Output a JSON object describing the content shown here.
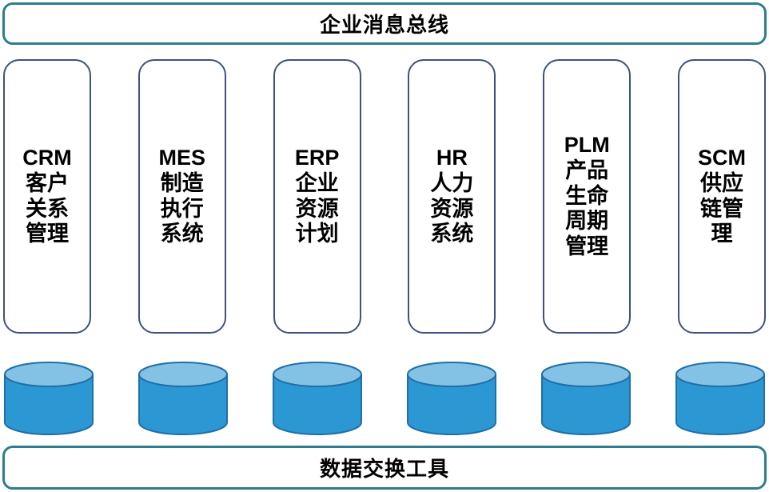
{
  "top_bus": {
    "label": "企业消息总线"
  },
  "bottom_bus": {
    "label": "数据交换工具"
  },
  "systems": [
    {
      "name": "CRM",
      "text": "CRM\n客户\n关系\n管理"
    },
    {
      "name": "MES",
      "text": "MES\n制造\n执行\n系统"
    },
    {
      "name": "ERP",
      "text": "ERP\n企业\n资源\n计划"
    },
    {
      "name": "HR",
      "text": "HR\n人力\n资源\n系统"
    },
    {
      "name": "PLM",
      "text": "PLM\n产品\n生命\n周期\n管理"
    },
    {
      "name": "SCM",
      "text": "SCM\n供应\n链管\n理"
    }
  ],
  "colors": {
    "bus_border": "#2E7D8E",
    "card_border": "#3E5181",
    "cylinder_body": "#2B98D4",
    "cylinder_top": "#84C2E5",
    "cylinder_outline": "#1F6FA8",
    "text": "#000000",
    "background": "#FFFFFF"
  }
}
